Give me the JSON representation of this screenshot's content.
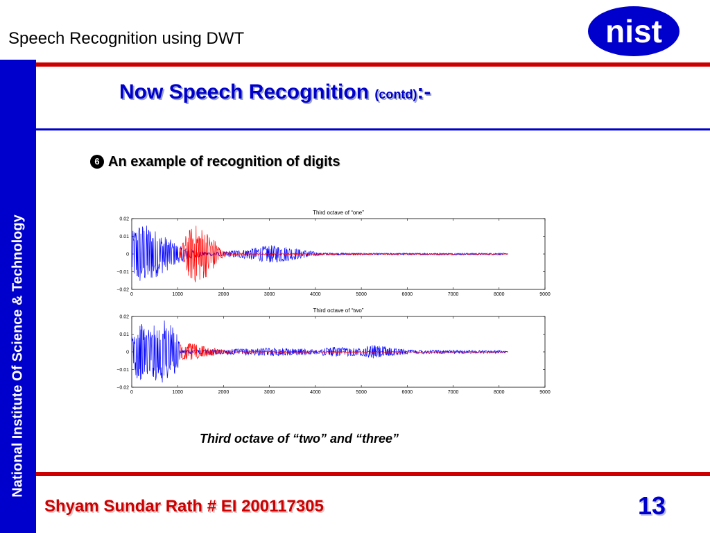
{
  "header": {
    "title": "Speech Recognition using DWT",
    "logo_text": "nist"
  },
  "sidebar": {
    "text": "National Institute Of Science & Technology"
  },
  "slide": {
    "heading": "Now Speech Recognition ",
    "heading_small": "(contd)",
    "heading_suffix": ":-",
    "bullet_number": "6",
    "bullet": "An example of recognition of digits",
    "caption": "Third octave of “two” and “three”"
  },
  "footer": {
    "author": "Shyam Sundar Rath # EI 200117305",
    "page_number": "13"
  },
  "colors": {
    "brand_blue": "#0000cc",
    "accent_red": "#cc0000",
    "wave_blue": "#0000ff",
    "wave_red": "#ff0000"
  },
  "chart_data": [
    {
      "type": "line",
      "title": "Third octave of “one”",
      "xlim": [
        0,
        9000
      ],
      "ylim": [
        -0.02,
        0.02
      ],
      "xticks": [
        0,
        1000,
        2000,
        3000,
        4000,
        5000,
        6000,
        7000,
        8000,
        9000
      ],
      "yticks": [
        0.02,
        0.01,
        0,
        -0.01,
        -0.02
      ],
      "ytick_labels": [
        "0.02",
        "0.01",
        "0",
        "−0.01",
        "−0.02"
      ],
      "series": [
        {
          "color": "#0000ff",
          "envelope": [
            [
              0,
              0.012
            ],
            [
              150,
              0.018
            ],
            [
              400,
              0.016
            ],
            [
              600,
              0.012
            ],
            [
              800,
              0.009
            ],
            [
              1050,
              0.0045
            ],
            [
              1600,
              0.001
            ],
            [
              2000,
              0.0012
            ],
            [
              2200,
              0.002
            ],
            [
              2400,
              0.0025
            ],
            [
              2500,
              0.0028
            ],
            [
              3000,
              0.005
            ],
            [
              3300,
              0.0045
            ],
            [
              3600,
              0.003
            ],
            [
              4000,
              0.0012
            ],
            [
              4100,
              0.0007
            ],
            [
              5000,
              0.0005
            ],
            [
              6000,
              0.0005
            ],
            [
              7000,
              0.0005
            ],
            [
              8100,
              0.0005
            ],
            [
              8200,
              0
            ]
          ]
        },
        {
          "color": "#ff0000",
          "envelope": [
            [
              1050,
              0.003
            ],
            [
              1200,
              0.012
            ],
            [
              1350,
              0.017
            ],
            [
              1550,
              0.015
            ],
            [
              1750,
              0.01
            ],
            [
              1900,
              0.005
            ],
            [
              2000,
              0.0015
            ],
            [
              2100,
              0.0008
            ],
            [
              4100,
              0.0003
            ],
            [
              8200,
              0.0002
            ]
          ]
        }
      ]
    },
    {
      "type": "line",
      "title": "Third octave of “two”",
      "xlim": [
        0,
        9000
      ],
      "ylim": [
        -0.02,
        0.02
      ],
      "xticks": [
        0,
        1000,
        2000,
        3000,
        4000,
        5000,
        6000,
        7000,
        8000,
        9000
      ],
      "yticks": [
        0.02,
        0.01,
        0,
        -0.01,
        -0.02
      ],
      "ytick_labels": [
        "0.02",
        "0.01",
        "0",
        "−0.01",
        "−0.02"
      ],
      "series": [
        {
          "color": "#0000ff",
          "envelope": [
            [
              0,
              0.01
            ],
            [
              150,
              0.017
            ],
            [
              400,
              0.013
            ],
            [
              650,
              0.02
            ],
            [
              900,
              0.014
            ],
            [
              1050,
              0.009
            ],
            [
              1050,
              0.001
            ],
            [
              2000,
              0.0015
            ],
            [
              3000,
              0.0022
            ],
            [
              3500,
              0.002
            ],
            [
              4000,
              0.0012
            ],
            [
              4100,
              0.001
            ],
            [
              4200,
              0.003
            ],
            [
              4600,
              0.0025
            ],
            [
              5000,
              0.002
            ],
            [
              5200,
              0.004
            ],
            [
              5500,
              0.003
            ],
            [
              6000,
              0.0012
            ],
            [
              7000,
              0.001
            ],
            [
              8100,
              0.0008
            ],
            [
              8200,
              0
            ]
          ]
        },
        {
          "color": "#ff0000",
          "envelope": [
            [
              1050,
              0.004
            ],
            [
              1250,
              0.005
            ],
            [
              1600,
              0.003
            ],
            [
              2000,
              0.001
            ],
            [
              2100,
              0.0005
            ],
            [
              8200,
              0.0002
            ]
          ]
        }
      ]
    }
  ]
}
